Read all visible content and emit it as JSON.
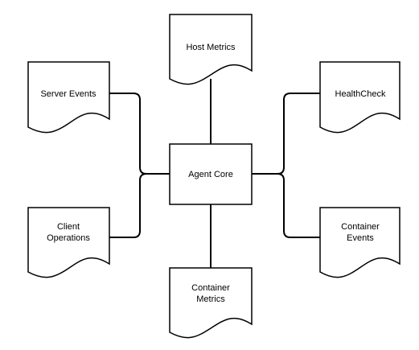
{
  "diagram": {
    "center": {
      "label": "Agent Core"
    },
    "nodes": {
      "host_metrics": {
        "lines": [
          "Host Metrics"
        ]
      },
      "server_events": {
        "lines": [
          "Server Events"
        ]
      },
      "client_operations": {
        "lines": [
          "Client",
          "Operations"
        ]
      },
      "container_metrics": {
        "lines": [
          "Container",
          "Metrics"
        ]
      },
      "healthcheck": {
        "lines": [
          "HealthCheck"
        ]
      },
      "container_events": {
        "lines": [
          "Container",
          "Events"
        ]
      }
    }
  }
}
